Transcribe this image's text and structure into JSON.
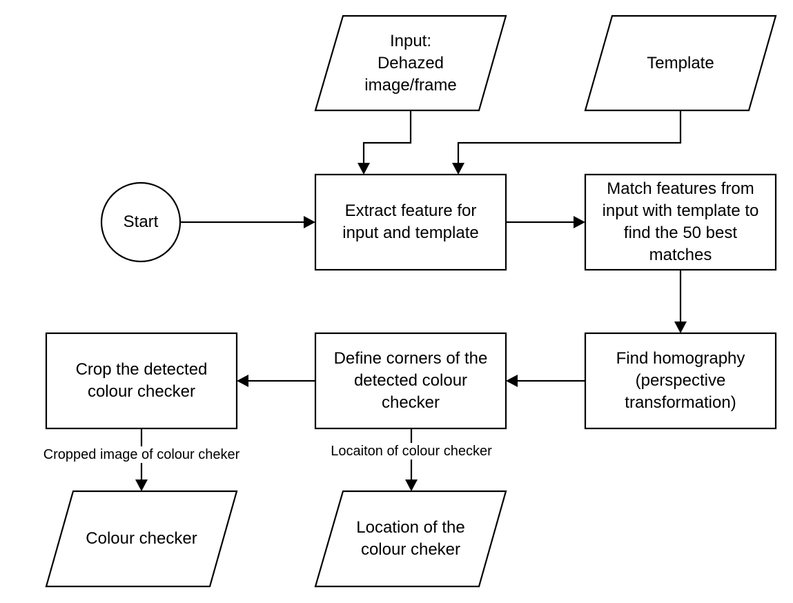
{
  "nodes": {
    "input": "Input:\nDehazed\nimage/frame",
    "template": "Template",
    "start": "Start",
    "extract": "Extract feature for\ninput and template",
    "match": "Match features from\ninput with template to\nfind the 50 best\nmatches",
    "homography": "Find homography\n(perspective\ntransformation)",
    "define": "Define corners of the\ndetected colour\nchecker",
    "crop": "Crop the detected\ncolour checker",
    "colour_checker_out": "Colour checker",
    "location_out": "Location of the\ncolour cheker"
  },
  "edge_labels": {
    "crop_to_out": "Cropped image of colour cheker",
    "define_to_location": "Locaiton of colour checker"
  }
}
